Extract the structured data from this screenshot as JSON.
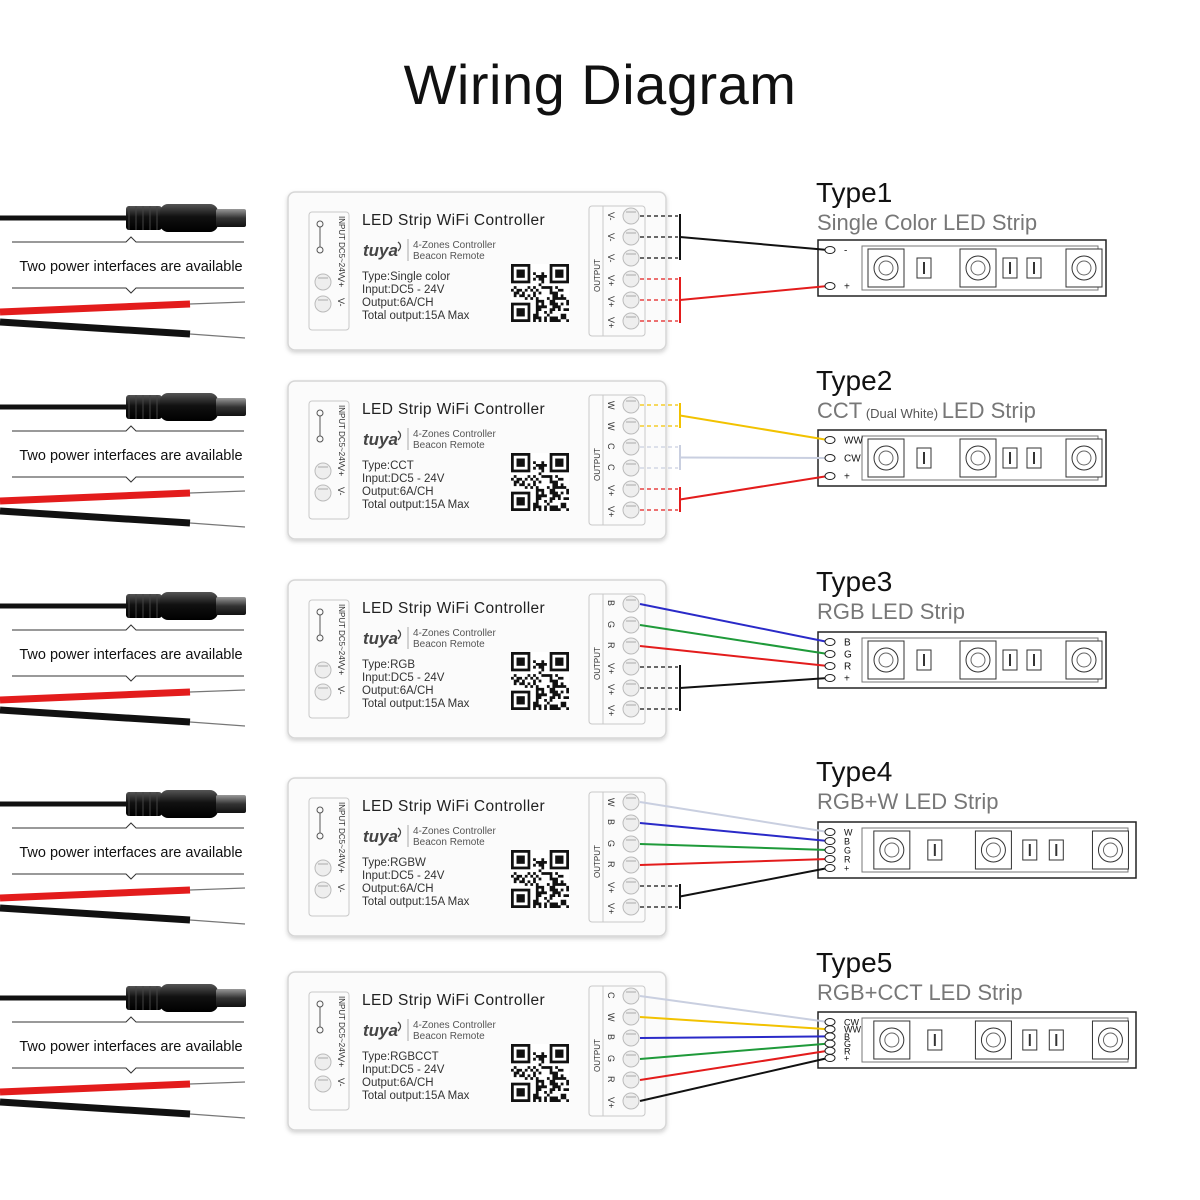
{
  "title": "Wiring Diagram",
  "colors": {
    "black": "#111111",
    "red": "#e31c1c",
    "yellow": "#f2c200",
    "white_wire": "#c9cfe0",
    "blue": "#2a2ac8",
    "green": "#1f9a3a"
  },
  "power": {
    "label": "Two power interfaces are available",
    "icons": [
      "dc-barrel-plug-icon",
      "bare-wire-pair-icon"
    ]
  },
  "controller": {
    "title": "LED Strip WiFi Controller",
    "brand": "tuya",
    "sub1": "4-Zones Controller",
    "sub2": "Beacon Remote",
    "input_label": "INPUT DC5~24V",
    "vplus": "V+",
    "vminus": "V-",
    "output_label": "OUTPUT"
  },
  "types": [
    {
      "heading": "Type1",
      "subtitle": "Single Color LED Strip",
      "small": "",
      "specs": [
        "Type:Single color",
        "Input:DC5 - 24V",
        "Output:6A/CH",
        "Total output:15A Max"
      ],
      "terminals": [
        "V-",
        "V-",
        "V-",
        "V+",
        "V+",
        "V+"
      ],
      "wires": [
        {
          "label": "-",
          "color": "black",
          "from": [
            0,
            1,
            2
          ]
        },
        {
          "label": "+",
          "color": "red",
          "from": [
            3,
            4,
            5
          ]
        }
      ]
    },
    {
      "heading": "Type2",
      "subtitle": "CCT",
      "small": "(Dual White)",
      "subtitle2": "LED Strip",
      "specs": [
        "Type:CCT",
        "Input:DC5 - 24V",
        "Output:6A/CH",
        "Total output:15A Max"
      ],
      "terminals": [
        "W",
        "W",
        "C",
        "C",
        "V+",
        "V+"
      ],
      "wires": [
        {
          "label": "WW",
          "color": "yellow",
          "from": [
            0,
            1
          ]
        },
        {
          "label": "CW",
          "color": "white_wire",
          "from": [
            2,
            3
          ]
        },
        {
          "label": "+",
          "color": "red",
          "from": [
            4,
            5
          ]
        }
      ]
    },
    {
      "heading": "Type3",
      "subtitle": "RGB LED Strip",
      "small": "",
      "specs": [
        "Type:RGB",
        "Input:DC5 - 24V",
        "Output:6A/CH",
        "Total output:15A Max"
      ],
      "terminals": [
        "B",
        "G",
        "R",
        "V+",
        "V+",
        "V+"
      ],
      "wires": [
        {
          "label": "B",
          "color": "blue",
          "from": [
            0
          ]
        },
        {
          "label": "G",
          "color": "green",
          "from": [
            1
          ]
        },
        {
          "label": "R",
          "color": "red",
          "from": [
            2
          ]
        },
        {
          "label": "+",
          "color": "black",
          "from": [
            3,
            4,
            5
          ]
        }
      ]
    },
    {
      "heading": "Type4",
      "subtitle": "RGB+W LED Strip",
      "small": "",
      "specs": [
        "Type:RGBW",
        "Input:DC5 - 24V",
        "Output:6A/CH",
        "Total output:15A Max"
      ],
      "terminals": [
        "W",
        "B",
        "G",
        "R",
        "V+",
        "V+"
      ],
      "wires": [
        {
          "label": "W",
          "color": "white_wire",
          "from": [
            0
          ]
        },
        {
          "label": "B",
          "color": "blue",
          "from": [
            1
          ]
        },
        {
          "label": "G",
          "color": "green",
          "from": [
            2
          ]
        },
        {
          "label": "R",
          "color": "red",
          "from": [
            3
          ]
        },
        {
          "label": "+",
          "color": "black",
          "from": [
            4,
            5
          ]
        }
      ]
    },
    {
      "heading": "Type5",
      "subtitle": "RGB+CCT LED Strip",
      "small": "",
      "specs": [
        "Type:RGBCCT",
        "Input:DC5 - 24V",
        "Output:6A/CH",
        "Total output:15A Max"
      ],
      "terminals": [
        "C",
        "W",
        "B",
        "G",
        "R",
        "V+"
      ],
      "wires": [
        {
          "label": "CW",
          "color": "white_wire",
          "from": [
            0
          ]
        },
        {
          "label": "WW",
          "color": "yellow",
          "from": [
            1
          ]
        },
        {
          "label": "B",
          "color": "blue",
          "from": [
            2
          ]
        },
        {
          "label": "G",
          "color": "green",
          "from": [
            3
          ]
        },
        {
          "label": "R",
          "color": "red",
          "from": [
            4
          ]
        },
        {
          "label": "+",
          "color": "black",
          "from": [
            5
          ]
        }
      ]
    }
  ]
}
